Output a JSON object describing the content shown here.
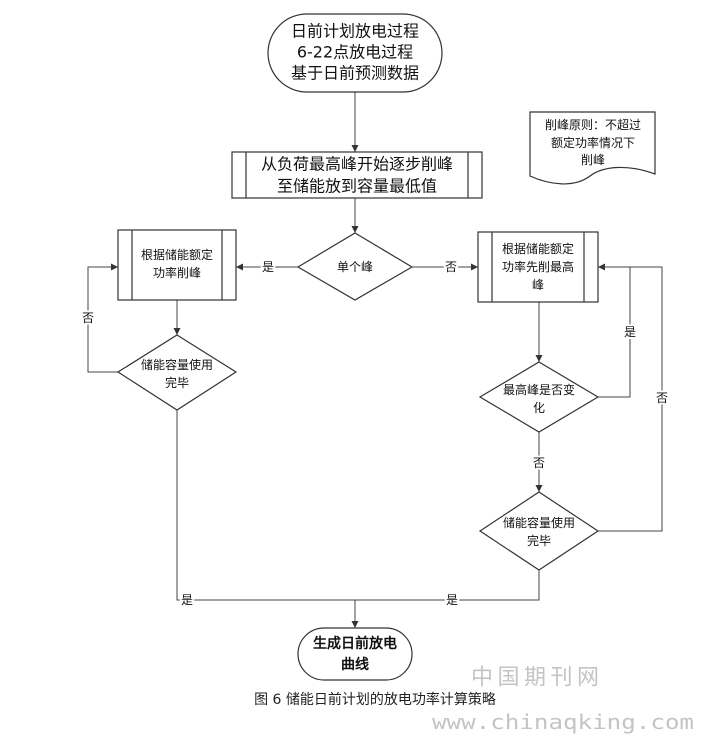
{
  "diagram": {
    "nodes": {
      "start": [
        "日前计划放电过程",
        "6-22点放电过程",
        "基于日前预测数据"
      ],
      "note": [
        "削峰原则：不超过",
        "额定功率情况下",
        "削峰"
      ],
      "shave_from_peak": [
        "从负荷最高峰开始逐步削峰",
        "至储能放到容量最低值"
      ],
      "single_peak": [
        "单个峰"
      ],
      "shave_by_rated_power": [
        "根据储能额定",
        "功率削峰"
      ],
      "shave_highest_first": [
        "根据储能额定",
        "功率先削最高",
        "峰"
      ],
      "capacity_used_left": [
        "储能容量使用",
        "完毕"
      ],
      "highest_peak_changed": [
        "最高峰是否变",
        "化"
      ],
      "capacity_used_right": [
        "储能容量使用",
        "完毕"
      ],
      "end": [
        "生成日前放电",
        "曲线"
      ]
    },
    "edge_labels": {
      "single_peak_yes": "是",
      "single_peak_no": "否",
      "capacity_left_no": "否",
      "capacity_left_yes": "是",
      "peak_changed_yes": "是",
      "peak_changed_no": "否",
      "capacity_right_no": "否",
      "capacity_right_yes": "是"
    }
  },
  "caption": "图 6 储能日前计划的放电功率计算策略",
  "watermark": {
    "name": "中国期刊网",
    "url": "www.chinaqking.com"
  }
}
